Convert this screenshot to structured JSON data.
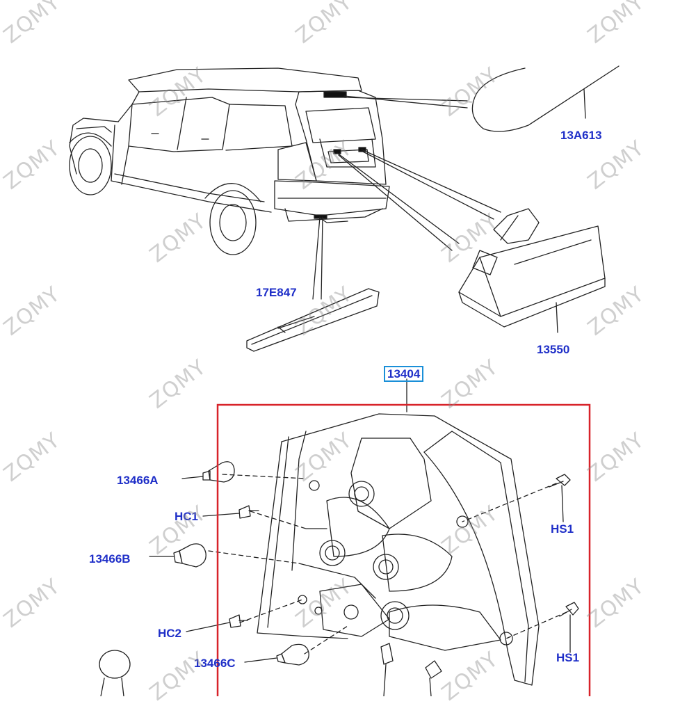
{
  "labels": {
    "high_mount_lamp": "13A613",
    "bumper_reflector": "17E847",
    "licence_lamp": "13550",
    "tail_lamp_assembly": "13404",
    "bulb_a": "13466A",
    "screw_hc1": "HC1",
    "bulb_b": "13466B",
    "screw_hc2": "HC2",
    "bulb_c": "13466C",
    "stud_hs1_upper": "HS1",
    "stud_hs1_lower": "HS1"
  },
  "watermark": "ZQMY",
  "colors": {
    "label": "#1f2fc8",
    "highlight_box": "#d8232a",
    "label_box": "#1a8fd8",
    "line_art": "#222222"
  }
}
